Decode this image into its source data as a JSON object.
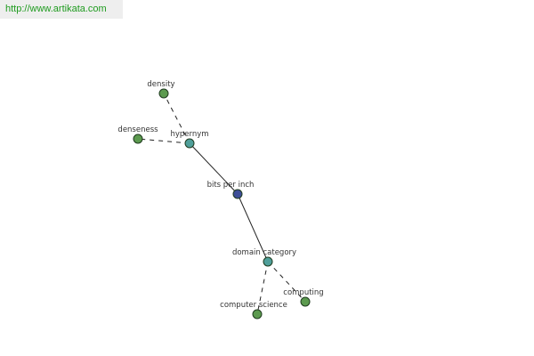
{
  "banner": {
    "url_text": "http://www.artikata.com"
  },
  "colors": {
    "leaf_node": "#5c9a4f",
    "relation_node": "#4f9f9a",
    "center_node": "#3d4e98",
    "banner_text": "#1f9b1f"
  },
  "graph": {
    "nodes": [
      {
        "id": "bits_per_inch",
        "label": "bits per inch",
        "kind": "center"
      },
      {
        "id": "hypernym",
        "label": "hypernym",
        "kind": "relation"
      },
      {
        "id": "domain_category",
        "label": "domain category",
        "kind": "relation"
      },
      {
        "id": "density",
        "label": "density",
        "kind": "leaf"
      },
      {
        "id": "denseness",
        "label": "denseness",
        "kind": "leaf"
      },
      {
        "id": "computer_science",
        "label": "computer science",
        "kind": "leaf"
      },
      {
        "id": "computing",
        "label": "computing",
        "kind": "leaf"
      }
    ],
    "edges": [
      {
        "from": "bits_per_inch",
        "to": "hypernym",
        "style": "solid"
      },
      {
        "from": "bits_per_inch",
        "to": "domain_category",
        "style": "solid"
      },
      {
        "from": "hypernym",
        "to": "density",
        "style": "dashed"
      },
      {
        "from": "hypernym",
        "to": "denseness",
        "style": "dashed"
      },
      {
        "from": "domain_category",
        "to": "computer_science",
        "style": "dashed"
      },
      {
        "from": "domain_category",
        "to": "computing",
        "style": "dashed"
      }
    ]
  }
}
